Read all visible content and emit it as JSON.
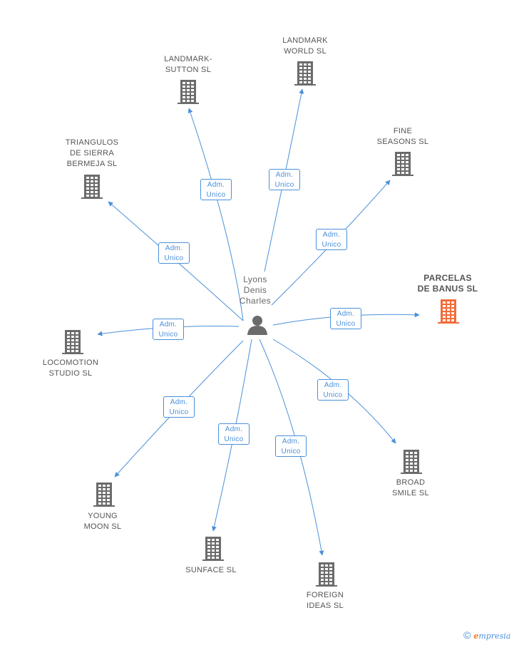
{
  "colors": {
    "edge": "#4a90d9",
    "building": "#6b6b6b",
    "building_highlight": "#f26b3a",
    "person": "#6b6b6b"
  },
  "person": {
    "name": "Lyons\nDenis\nCharles",
    "icon": "person-icon"
  },
  "role_label": "Adm.\nUnico",
  "companies": [
    {
      "id": "landmark-sutton",
      "name": "LANDMARK-\nSUTTON SL",
      "highlight": false,
      "role": "Adm.\nUnico"
    },
    {
      "id": "landmark-world",
      "name": "LANDMARK\nWORLD SL",
      "highlight": false,
      "role": "Adm.\nUnico"
    },
    {
      "id": "triangulos",
      "name": "TRIANGULOS\nDE SIERRA\nBERMEJA SL",
      "highlight": false,
      "role": "Adm.\nUnico"
    },
    {
      "id": "fine-seasons",
      "name": "FINE\nSEASONS SL",
      "highlight": false,
      "role": "Adm.\nUnico"
    },
    {
      "id": "parcelas",
      "name": "PARCELAS\nDE BANUS SL",
      "highlight": true,
      "role": "Adm.\nUnico"
    },
    {
      "id": "locomotion",
      "name": "LOCOMOTION\nSTUDIO SL",
      "highlight": false,
      "role": "Adm.\nUnico"
    },
    {
      "id": "broad-smile",
      "name": "BROAD\nSMILE SL",
      "highlight": false,
      "role": "Adm.\nUnico"
    },
    {
      "id": "young-moon",
      "name": "YOUNG\nMOON SL",
      "highlight": false,
      "role": "Adm.\nUnico"
    },
    {
      "id": "sunface",
      "name": "SUNFACE SL",
      "highlight": false,
      "role": "Adm.\nUnico"
    },
    {
      "id": "foreign-ideas",
      "name": "FOREIGN\nIDEAS SL",
      "highlight": false,
      "role": "Adm.\nUnico"
    }
  ],
  "brand": {
    "copyright": "©",
    "first_letter": "e",
    "rest": "mpresia"
  }
}
